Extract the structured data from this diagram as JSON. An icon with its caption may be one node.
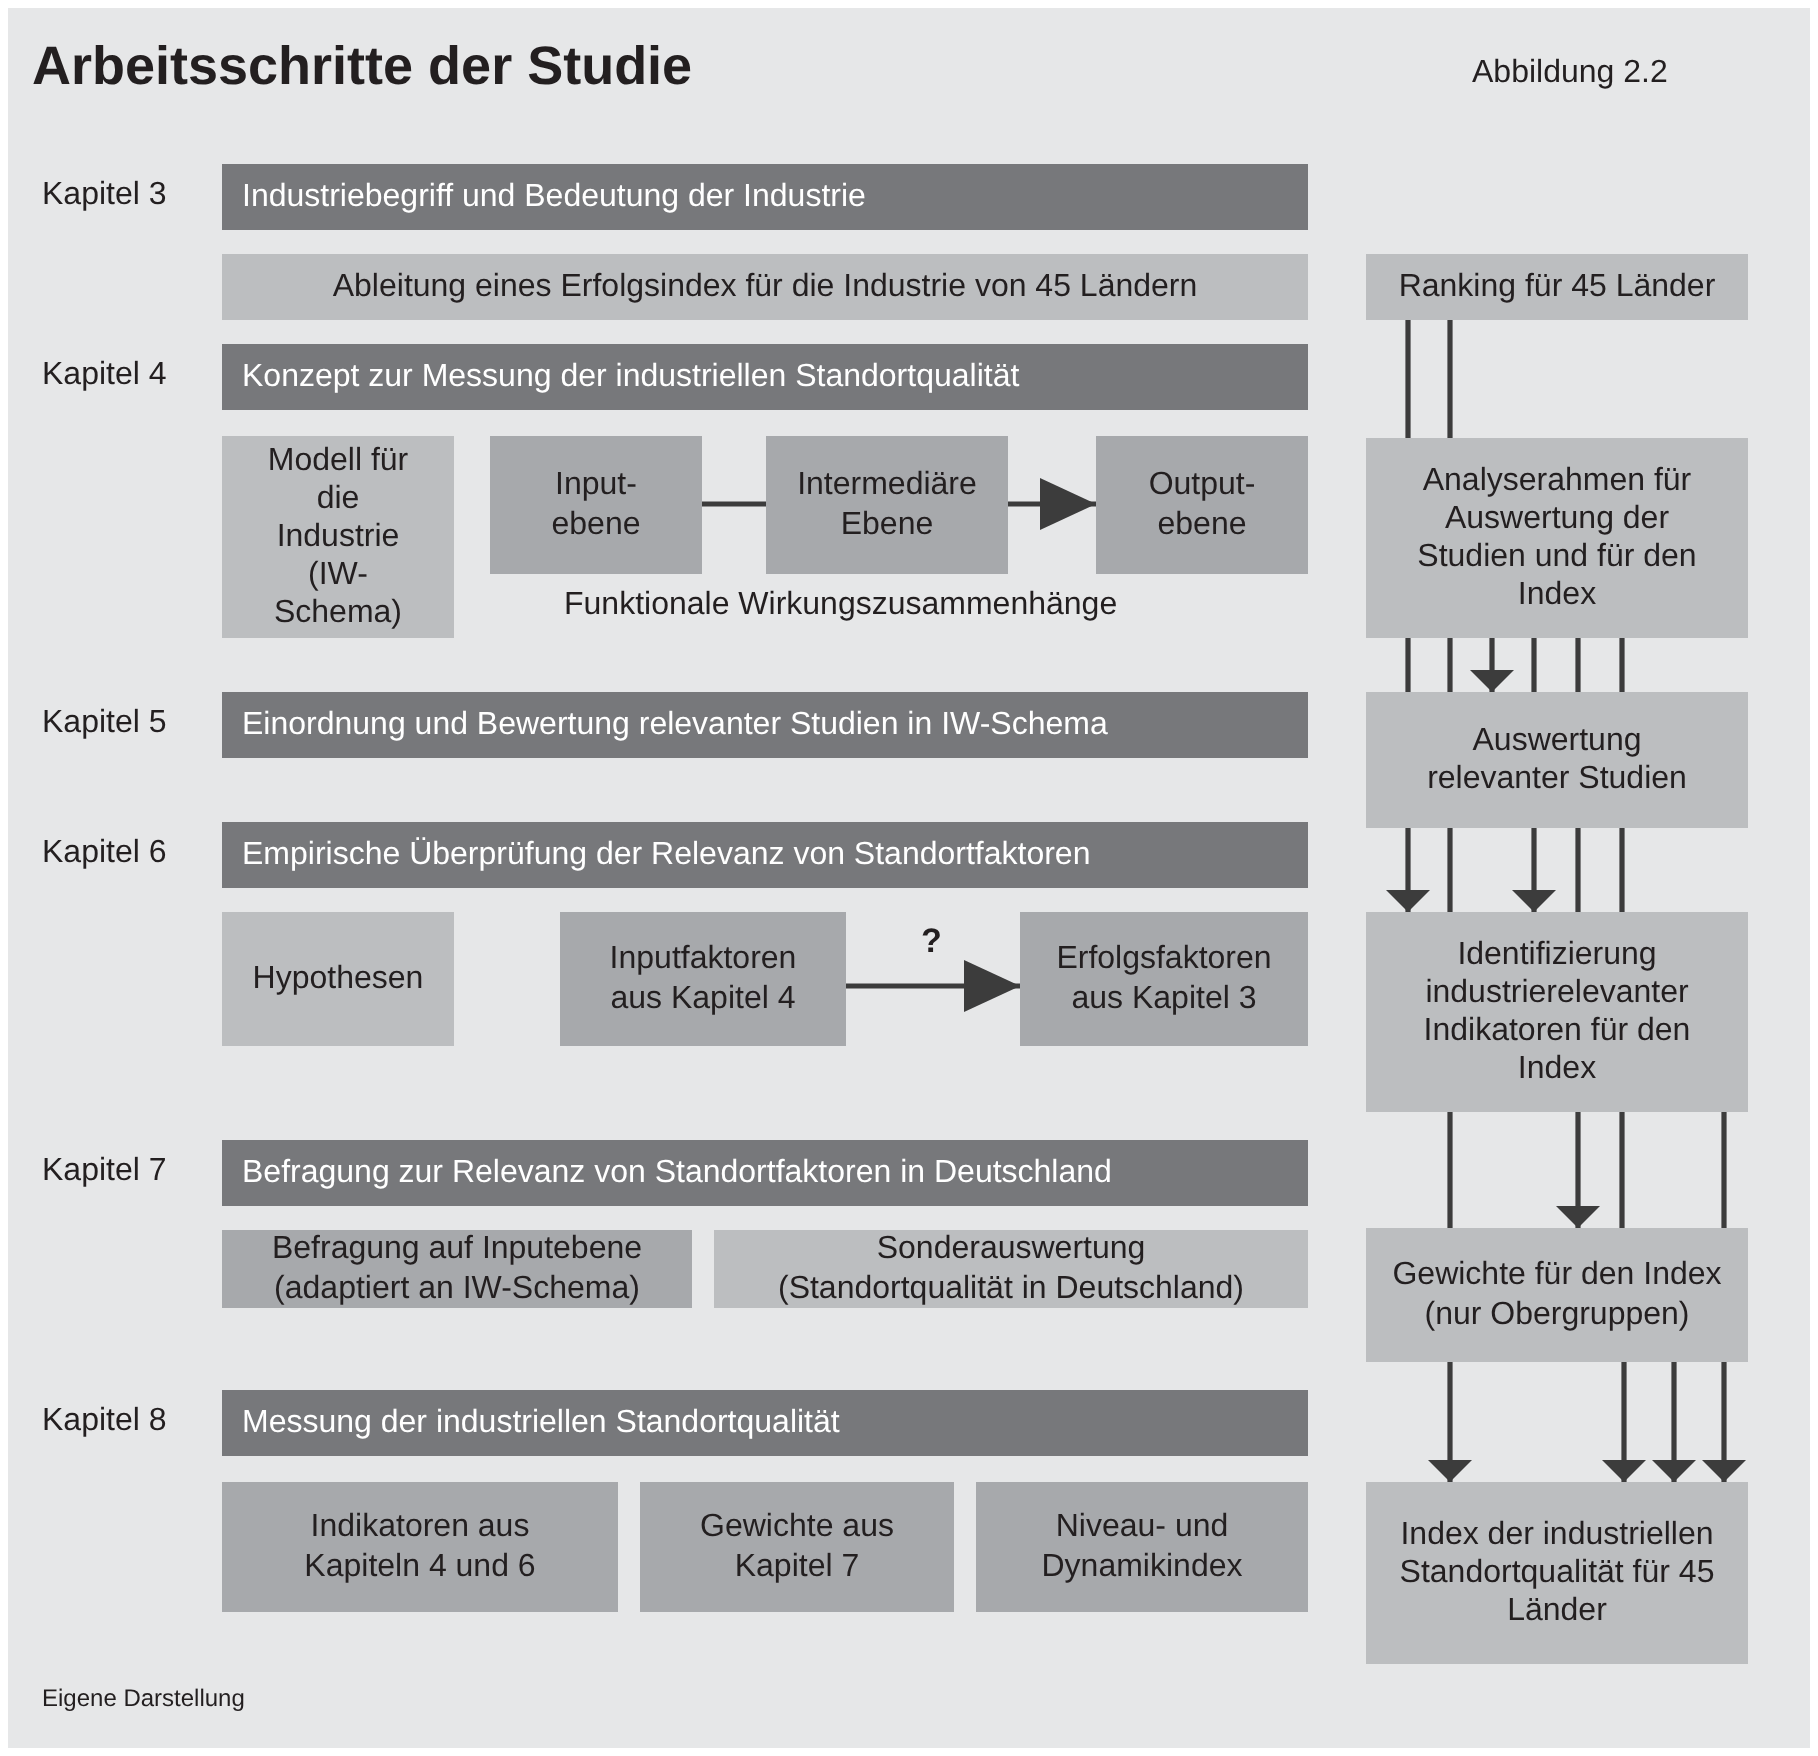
{
  "diagram": {
    "title": "Arbeitsschritte der Studie",
    "caption": "Eigene Darstellung",
    "nodes": [
      {
        "text": [
          "Industriebegriff und Bedeutung der Industrie"
        ],
        "beside": [
          "Kapitel 3"
        ]
      },
      {
        "text": [
          "Ableitung eines Erfolgsindex für die Industrie von 45 Ländern"
        ]
      },
      {
        "text": [
          "Ranking für 45 Länder"
        ]
      },
      {
        "text": [
          "Konzept zur Messung der industriellen Standortqualität"
        ],
        "beside": [
          "Kapitel 4"
        ]
      },
      {
        "text": [
          "Modell für die Industrie (IW-Schema)"
        ]
      },
      {
        "text": [
          "Input- ebene"
        ]
      },
      {
        "text": [
          "Intermediäre Ebene"
        ]
      },
      {
        "text": [
          "Output- ebene"
        ]
      },
      {
        "text": [
          "Analyserahmen für Auswertung der Studien und für den Index"
        ]
      },
      {
        "text": [
          "Einordnung und Bewertung relevanter Studien in IW-Schema"
        ],
        "beside": [
          "Kapitel 5"
        ]
      },
      {
        "text": [
          "Auswertung relevanter Studien"
        ]
      },
      {
        "text": [
          "Empirische Überprüfung der Relevanz von Standortfaktoren"
        ],
        "beside": [
          "Kapitel 6"
        ]
      },
      {
        "text": [
          "Hypothesen"
        ]
      },
      {
        "text": [
          "Inputfaktoren aus Kapitel 4"
        ]
      },
      {
        "text": [
          "Erfolgsfaktoren aus Kapitel 3"
        ]
      },
      {
        "text": [
          "Identifizierung industrierelevanter Indikatoren für den Index"
        ]
      },
      {
        "text": [
          "Befragung zur Relevanz von Standortfaktoren in Deutschland"
        ],
        "beside": [
          "Kapitel 7"
        ]
      },
      {
        "text": [
          "Befragung auf Inputebene (adaptiert an IW-Schema)"
        ]
      },
      {
        "text": [
          "Sonderauswertung (Standortqualität in Deutschland)"
        ]
      },
      {
        "text": [
          "Gewichte für den Index (nur Obergruppen)"
        ]
      },
      {
        "text": [
          "Messung der industriellen Standortqualität"
        ],
        "beside": [
          "Kapitel 8"
        ]
      },
      {
        "text": [
          "Indikatoren aus Kapiteln 4 und 6"
        ]
      },
      {
        "text": [
          "Gewichte aus Kapitel 7"
        ]
      },
      {
        "text": [
          "Niveau- und Dynamikindex"
        ]
      },
      {
        "text": [
          "Index der industriellen Standortqualität für 45 Länder"
        ]
      }
    ],
    "edges": [
      {
        "from": 5,
        "to": 6,
        "arrow": "none"
      },
      {
        "from": 6,
        "to": 7,
        "arrow": "to"
      },
      {
        "from": 2,
        "to": 8,
        "arrow": "none"
      },
      {
        "from": 2,
        "to": 8,
        "arrow": "none"
      },
      {
        "from": 8,
        "to": 10,
        "arrow": "none"
      },
      {
        "from": 8,
        "to": 10,
        "arrow": "none"
      },
      {
        "from": 8,
        "to": 10,
        "arrow": "to"
      },
      {
        "from": 8,
        "to": 10,
        "arrow": "none"
      },
      {
        "from": 8,
        "to": 10,
        "arrow": "none"
      },
      {
        "from": 8,
        "to": 10,
        "arrow": "none"
      },
      {
        "from": 13,
        "to": 14,
        "arrow": "to",
        "label": "?"
      },
      {
        "from": 10,
        "to": 15,
        "arrow": "to"
      },
      {
        "from": 10,
        "to": 15,
        "arrow": "none"
      },
      {
        "from": 10,
        "to": 15,
        "arrow": "to"
      },
      {
        "from": 10,
        "to": 15,
        "arrow": "none"
      },
      {
        "from": 10,
        "to": 15,
        "arrow": "none"
      },
      {
        "from": 15,
        "to": 19,
        "arrow": "none"
      },
      {
        "from": 15,
        "to": 19,
        "arrow": "to"
      },
      {
        "from": 15,
        "to": 19,
        "arrow": "none"
      },
      {
        "from": 15,
        "to": 19,
        "arrow": "none"
      },
      {
        "from": 19,
        "to": 24,
        "arrow": "to"
      },
      {
        "from": 19,
        "to": 24,
        "arrow": "to"
      },
      {
        "from": 19,
        "to": 24,
        "arrow": "to"
      },
      {
        "from": 19,
        "to": 24,
        "arrow": "to"
      }
    ],
    "labels": [
      "Abbildung 2.2",
      "Funktionale Wirkungszusammenhänge"
    ]
  }
}
